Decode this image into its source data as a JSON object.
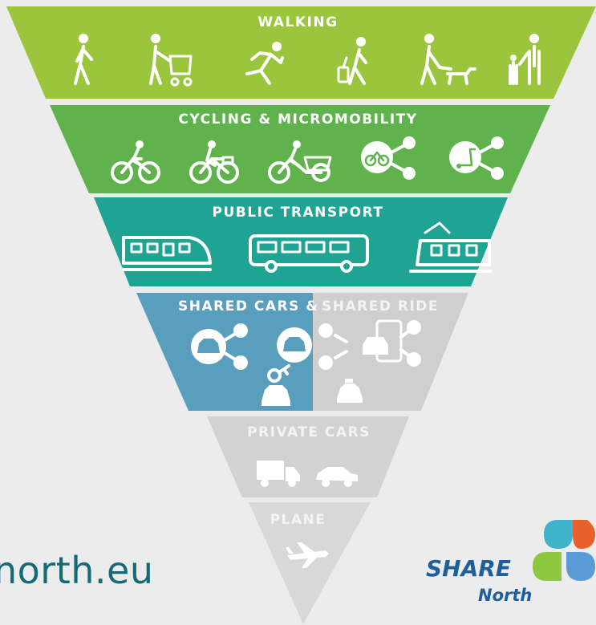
{
  "tiers": [
    {
      "label": "WALKING",
      "color": "#9bc53d",
      "icons": [
        "walking-person-icon",
        "person-with-stroller-icon",
        "running-person-icon",
        "person-with-suitcase-icon",
        "person-walking-dog-icon",
        "adult-and-child-icon"
      ]
    },
    {
      "label": "CYCLING & MICROMOBILITY",
      "color": "#5fb24c",
      "icons": [
        "bicycle-icon",
        "bicycle-with-basket-icon",
        "cargo-bike-icon",
        "shared-bike-icon",
        "shared-scooter-icon"
      ]
    },
    {
      "label": "PUBLIC TRANSPORT",
      "color": "#1fa393",
      "icons": [
        "train-icon",
        "bus-icon",
        "tram-icon"
      ]
    },
    {
      "label_left": "SHARED CARS &",
      "label_right": "SHARED RIDE",
      "color_left": "#5a9ebd",
      "color_right": "#cfcfcf",
      "icons": [
        "shared-car-icon",
        "shared-car-icon",
        "car-key-icon",
        "shared-ride-phone-icon",
        "taxi-icon"
      ]
    },
    {
      "label": "PRIVATE CARS",
      "color": "#d2d2d2",
      "icons": [
        "truck-icon",
        "private-car-icon"
      ]
    },
    {
      "label": "PLANE",
      "color": "#d8d8d8",
      "icons": [
        "airplane-icon"
      ]
    }
  ],
  "footer": {
    "url": "north.eu",
    "logo_share": "SHARE",
    "logo_north": "North",
    "logo_colors": [
      "#3fb3c9",
      "#e8602c",
      "#8dc63f",
      "#5b9bd5"
    ]
  }
}
